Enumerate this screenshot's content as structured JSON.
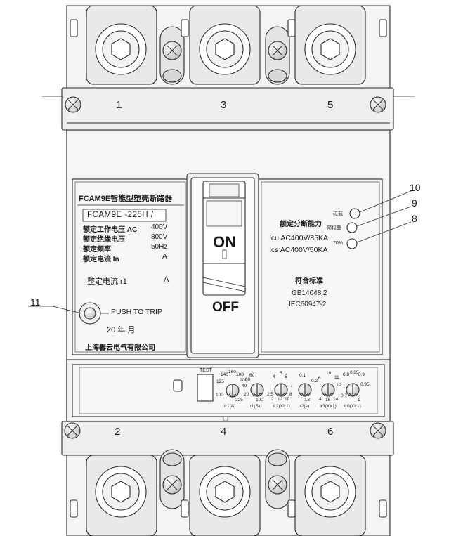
{
  "top_terminals": [
    "1",
    "3",
    "5"
  ],
  "bottom_terminals": [
    "2",
    "4",
    "6"
  ],
  "callouts": {
    "c10": "10",
    "c9": "9",
    "c8": "8",
    "c11": "11"
  },
  "left_panel": {
    "title": "FCAM9E智能型塑壳断路器",
    "model": "FCAM9E -225H  /",
    "rows": [
      {
        "label": "额定工作电压 AC",
        "value": "400V"
      },
      {
        "label": "额定绝缘电压",
        "value": "800V"
      },
      {
        "label": "额定频率",
        "value": "50Hz"
      },
      {
        "label": "额定电流  In",
        "value": "A"
      }
    ],
    "set_current_label": "整定电流Ir1",
    "set_current_unit": "A",
    "push_to_trip": "PUSH TO TRIP",
    "date_line": "20  年  月",
    "company": "上海馨云电气有限公司"
  },
  "handle": {
    "on": "ON",
    "off": "OFF"
  },
  "right_panel": {
    "capacity_title": "额定分断能力",
    "icu": "Icu AC400V/85KA",
    "ics": "Ics AC400V/50KA",
    "indicators": [
      "过载",
      "预报警",
      "70%"
    ],
    "standard_title": "符合标准",
    "standards": [
      "GB14048.2",
      "IEC60947-2"
    ]
  },
  "controller": {
    "test_label": "TEST",
    "dials": [
      {
        "caption": "Ir1(A)",
        "scale": [
          "140",
          "160",
          "180",
          "200",
          "125",
          "100",
          "225"
        ]
      },
      {
        "caption": "t1(S)",
        "scale": [
          "60",
          "80",
          "40",
          "20",
          "100"
        ]
      },
      {
        "caption": "Ir2(XIr1)",
        "scale": [
          "5",
          "6",
          "4",
          "2.5",
          "2",
          "12",
          "10",
          "8",
          "7"
        ]
      },
      {
        "caption": "t2(s)",
        "scale": [
          "0.1",
          "0.2",
          "0.3"
        ]
      },
      {
        "caption": "Ir3(XIr1)",
        "scale": [
          "10",
          "11",
          "6",
          "12",
          "4",
          "16",
          "14"
        ]
      },
      {
        "caption": "Ir0(XIr1)",
        "scale": [
          "0.8",
          "0.85",
          "0.9",
          "0.7",
          "0.95",
          "1"
        ]
      }
    ]
  }
}
